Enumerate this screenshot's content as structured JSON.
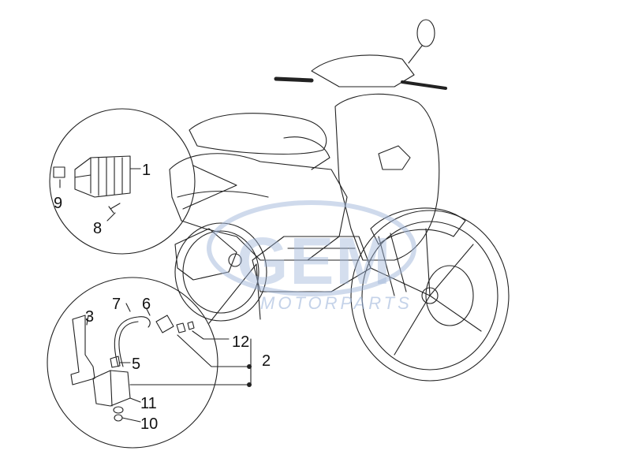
{
  "watermark": {
    "brand": "GEM",
    "subtitle": "MOTORPARTS"
  },
  "callouts": [
    {
      "id": "c1",
      "label": "1"
    },
    {
      "id": "c2",
      "label": "2"
    },
    {
      "id": "c3",
      "label": "3"
    },
    {
      "id": "c5",
      "label": "5"
    },
    {
      "id": "c6",
      "label": "6"
    },
    {
      "id": "c7",
      "label": "7"
    },
    {
      "id": "c8",
      "label": "8"
    },
    {
      "id": "c9",
      "label": "9"
    },
    {
      "id": "c10",
      "label": "10"
    },
    {
      "id": "c11",
      "label": "11"
    },
    {
      "id": "c12",
      "label": "12"
    }
  ],
  "colors": {
    "line": "#222222",
    "watermark": "#9fb6da"
  }
}
